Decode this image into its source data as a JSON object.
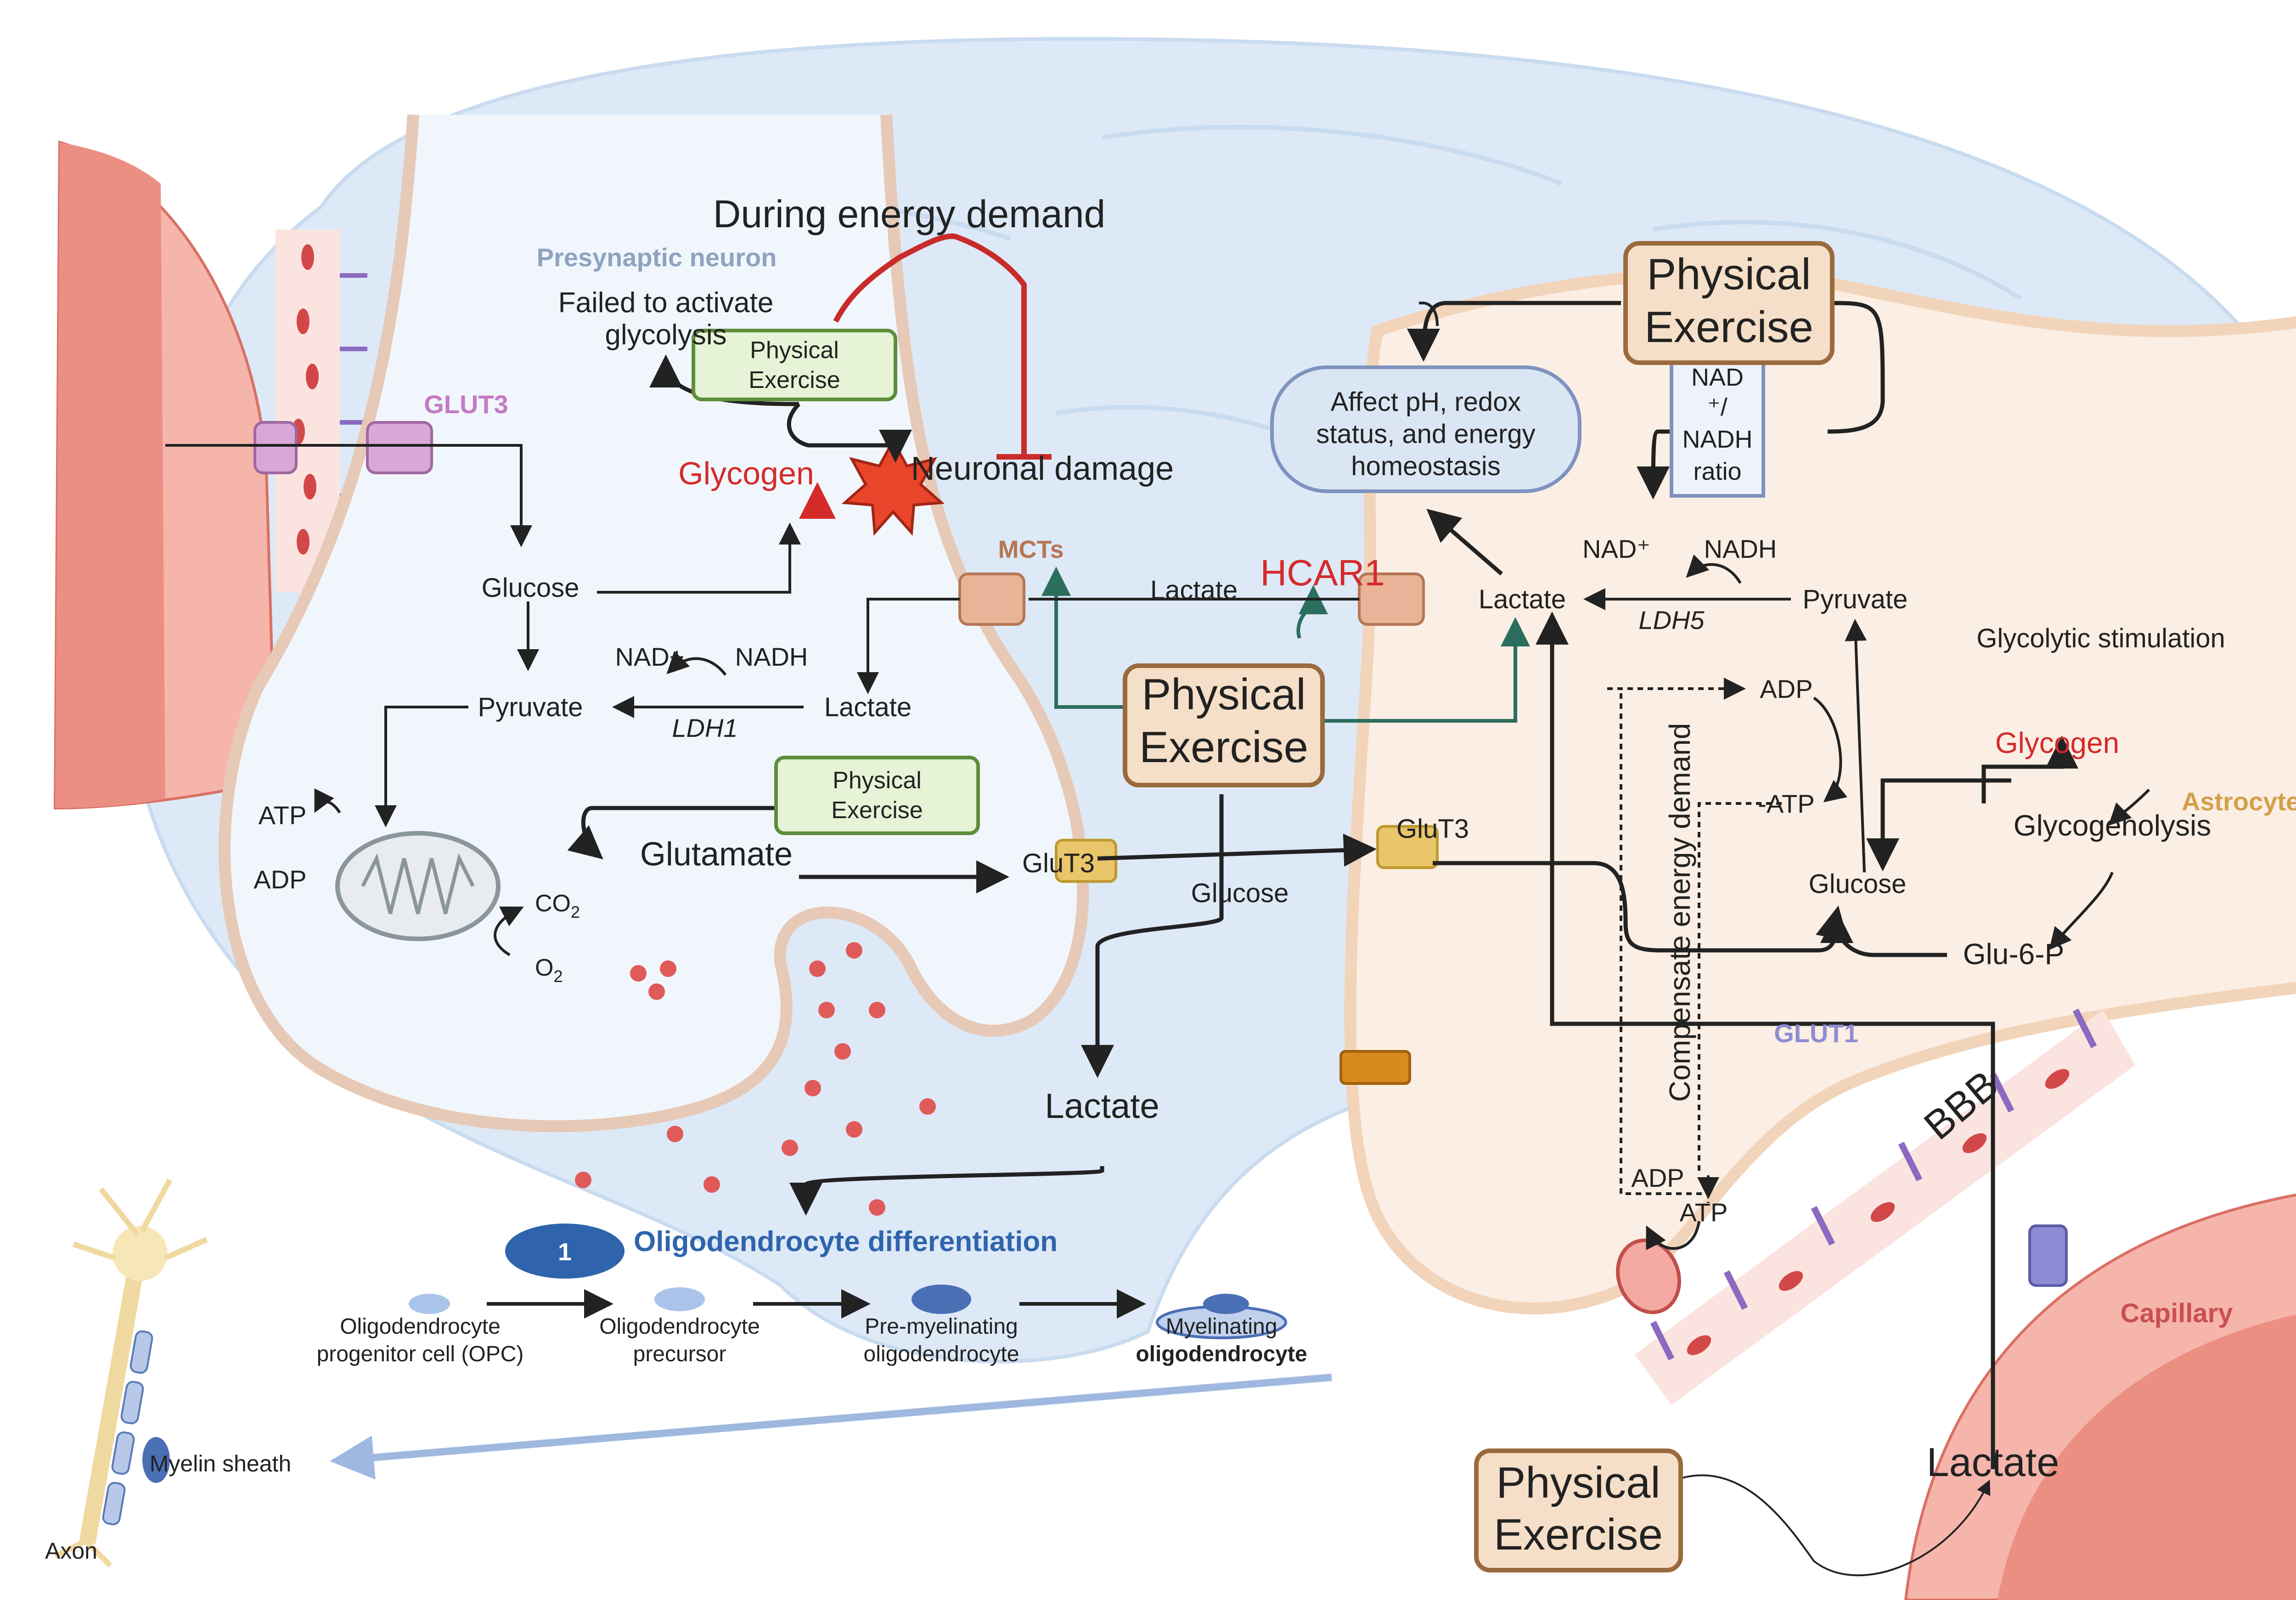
{
  "labels": {
    "during_energy_demand": "During energy demand",
    "presynaptic_neuron": "Presynaptic neuron",
    "failed_to_activate_l1": "Failed to activate",
    "failed_to_activate_l2": "glycolysis",
    "glycogen_neuron": "Glycogen",
    "neuronal_damage": "Neuronal damage",
    "glut3_left": "GLUT3",
    "glucose_left": "Glucose",
    "pyruvate_left": "Pyruvate",
    "nad_plus_left": "NAD+",
    "nadh_left": "NADH",
    "ldh1": "LDH1",
    "lactate_neuron": "Lactate",
    "atp_left": "ATP",
    "adp_left": "ADP",
    "co2": "CO",
    "co2_sub": "2",
    "o2": "O",
    "o2_sub": "2",
    "glutamate": "Glutamate",
    "glut3_mid": "GluT3",
    "glucose_mid": "Glucose",
    "lactate_mid": "Lactate",
    "mcts": "MCTs",
    "lactate_channel": "Lactate",
    "hcar1": "HCAR1",
    "lactate_astro": "Lactate",
    "affect_l1": "Affect pH, redox",
    "affect_l2": "status, and energy",
    "affect_l3": "homeostasis",
    "nad_box_l1": "NAD",
    "nad_box_l2": "⁺/",
    "nad_box_l3": "NADH",
    "nad_box_l4": "ratio",
    "nad_plus_astro": "NAD⁺",
    "nadh_astro": "NADH",
    "ldh5": "LDH5",
    "pyruvate_astro": "Pyruvate",
    "glycolytic_stimulation": "Glycolytic stimulation",
    "adp_astro": "ADP",
    "atp_astro": "-ATP",
    "compensate": "Compensate energy demand",
    "glycogen_astro": "Glycogen",
    "astrocyte": "Astrocyte",
    "glycogenolysis": "Glycogenolysis",
    "glucose_astro": "Glucose",
    "glu6p": "Glu-6-P",
    "glut3_right": "GluT3",
    "glut1": "GLUT1",
    "bbb": "BBB",
    "adp_low": "ADP",
    "atp_low": "ATP",
    "capillary": "Capillary",
    "lactate_capillary": "Lactate",
    "oligo_step": "1",
    "oligo_title": "Oligodendrocyte differentiation",
    "opc_l1": "Oligodendrocyte",
    "opc_l2": "progenitor cell (OPC)",
    "precursor_l1": "Oligodendrocyte",
    "precursor_l2": "precursor",
    "premyel_l1": "Pre-myelinating",
    "premyel_l2": "oligodendrocyte",
    "myel_l1": "Myelinating",
    "myel_l2": "oligodendrocyte",
    "myelin_sheath": "Myelin sheath",
    "axon": "Axon"
  },
  "exercise_boxes": {
    "small_top": [
      "Physical",
      "Exercise"
    ],
    "small_mid": [
      "Physical",
      "Exercise"
    ],
    "center": [
      "Physical",
      "Exercise"
    ],
    "top_right": [
      "Physical",
      "Exercise"
    ],
    "bottom": [
      "Physical",
      "Exercise"
    ]
  },
  "colors": {
    "neuron_fill": "#f1f6fc",
    "brain_fill": "#dde9f6",
    "astro_fill": "#fbeee4",
    "membrane": "#e6c9b6",
    "vessel": "#ee9d93",
    "exercise_fill": "#f5dfc8",
    "exercise_stroke": "#9a6a3e",
    "small_ex_fill": "#e6f3d6",
    "small_ex_stroke": "#5e8d3c",
    "red_text": "#d52a2a",
    "blue_title": "#2f64ad",
    "green_arrow": "#2c6e5e"
  }
}
